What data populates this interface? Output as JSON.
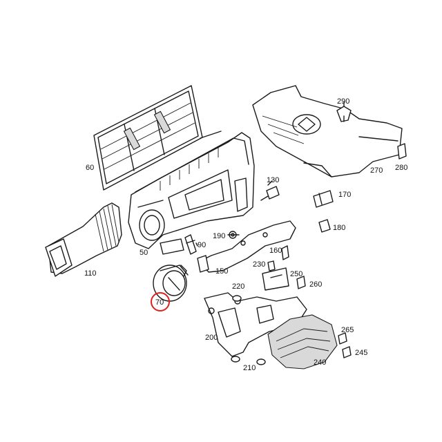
{
  "diagram": {
    "highlight_color": "#e0201b",
    "highlighted_part": "70",
    "callouts": [
      {
        "id": "60",
        "label": "60"
      },
      {
        "id": "110",
        "label": "110"
      },
      {
        "id": "50",
        "label": "50"
      },
      {
        "id": "90",
        "label": "90"
      },
      {
        "id": "70",
        "label": "70"
      },
      {
        "id": "130",
        "label": "130"
      },
      {
        "id": "190",
        "label": "190"
      },
      {
        "id": "150",
        "label": "150"
      },
      {
        "id": "160",
        "label": "160"
      },
      {
        "id": "230",
        "label": "230"
      },
      {
        "id": "250",
        "label": "250"
      },
      {
        "id": "260",
        "label": "260"
      },
      {
        "id": "220",
        "label": "220"
      },
      {
        "id": "200",
        "label": "200"
      },
      {
        "id": "210",
        "label": "210"
      },
      {
        "id": "240",
        "label": "240"
      },
      {
        "id": "265",
        "label": "265"
      },
      {
        "id": "245",
        "label": "245"
      },
      {
        "id": "170",
        "label": "170"
      },
      {
        "id": "180",
        "label": "180"
      },
      {
        "id": "270",
        "label": "270"
      },
      {
        "id": "280",
        "label": "280"
      },
      {
        "id": "290",
        "label": "290"
      }
    ]
  }
}
